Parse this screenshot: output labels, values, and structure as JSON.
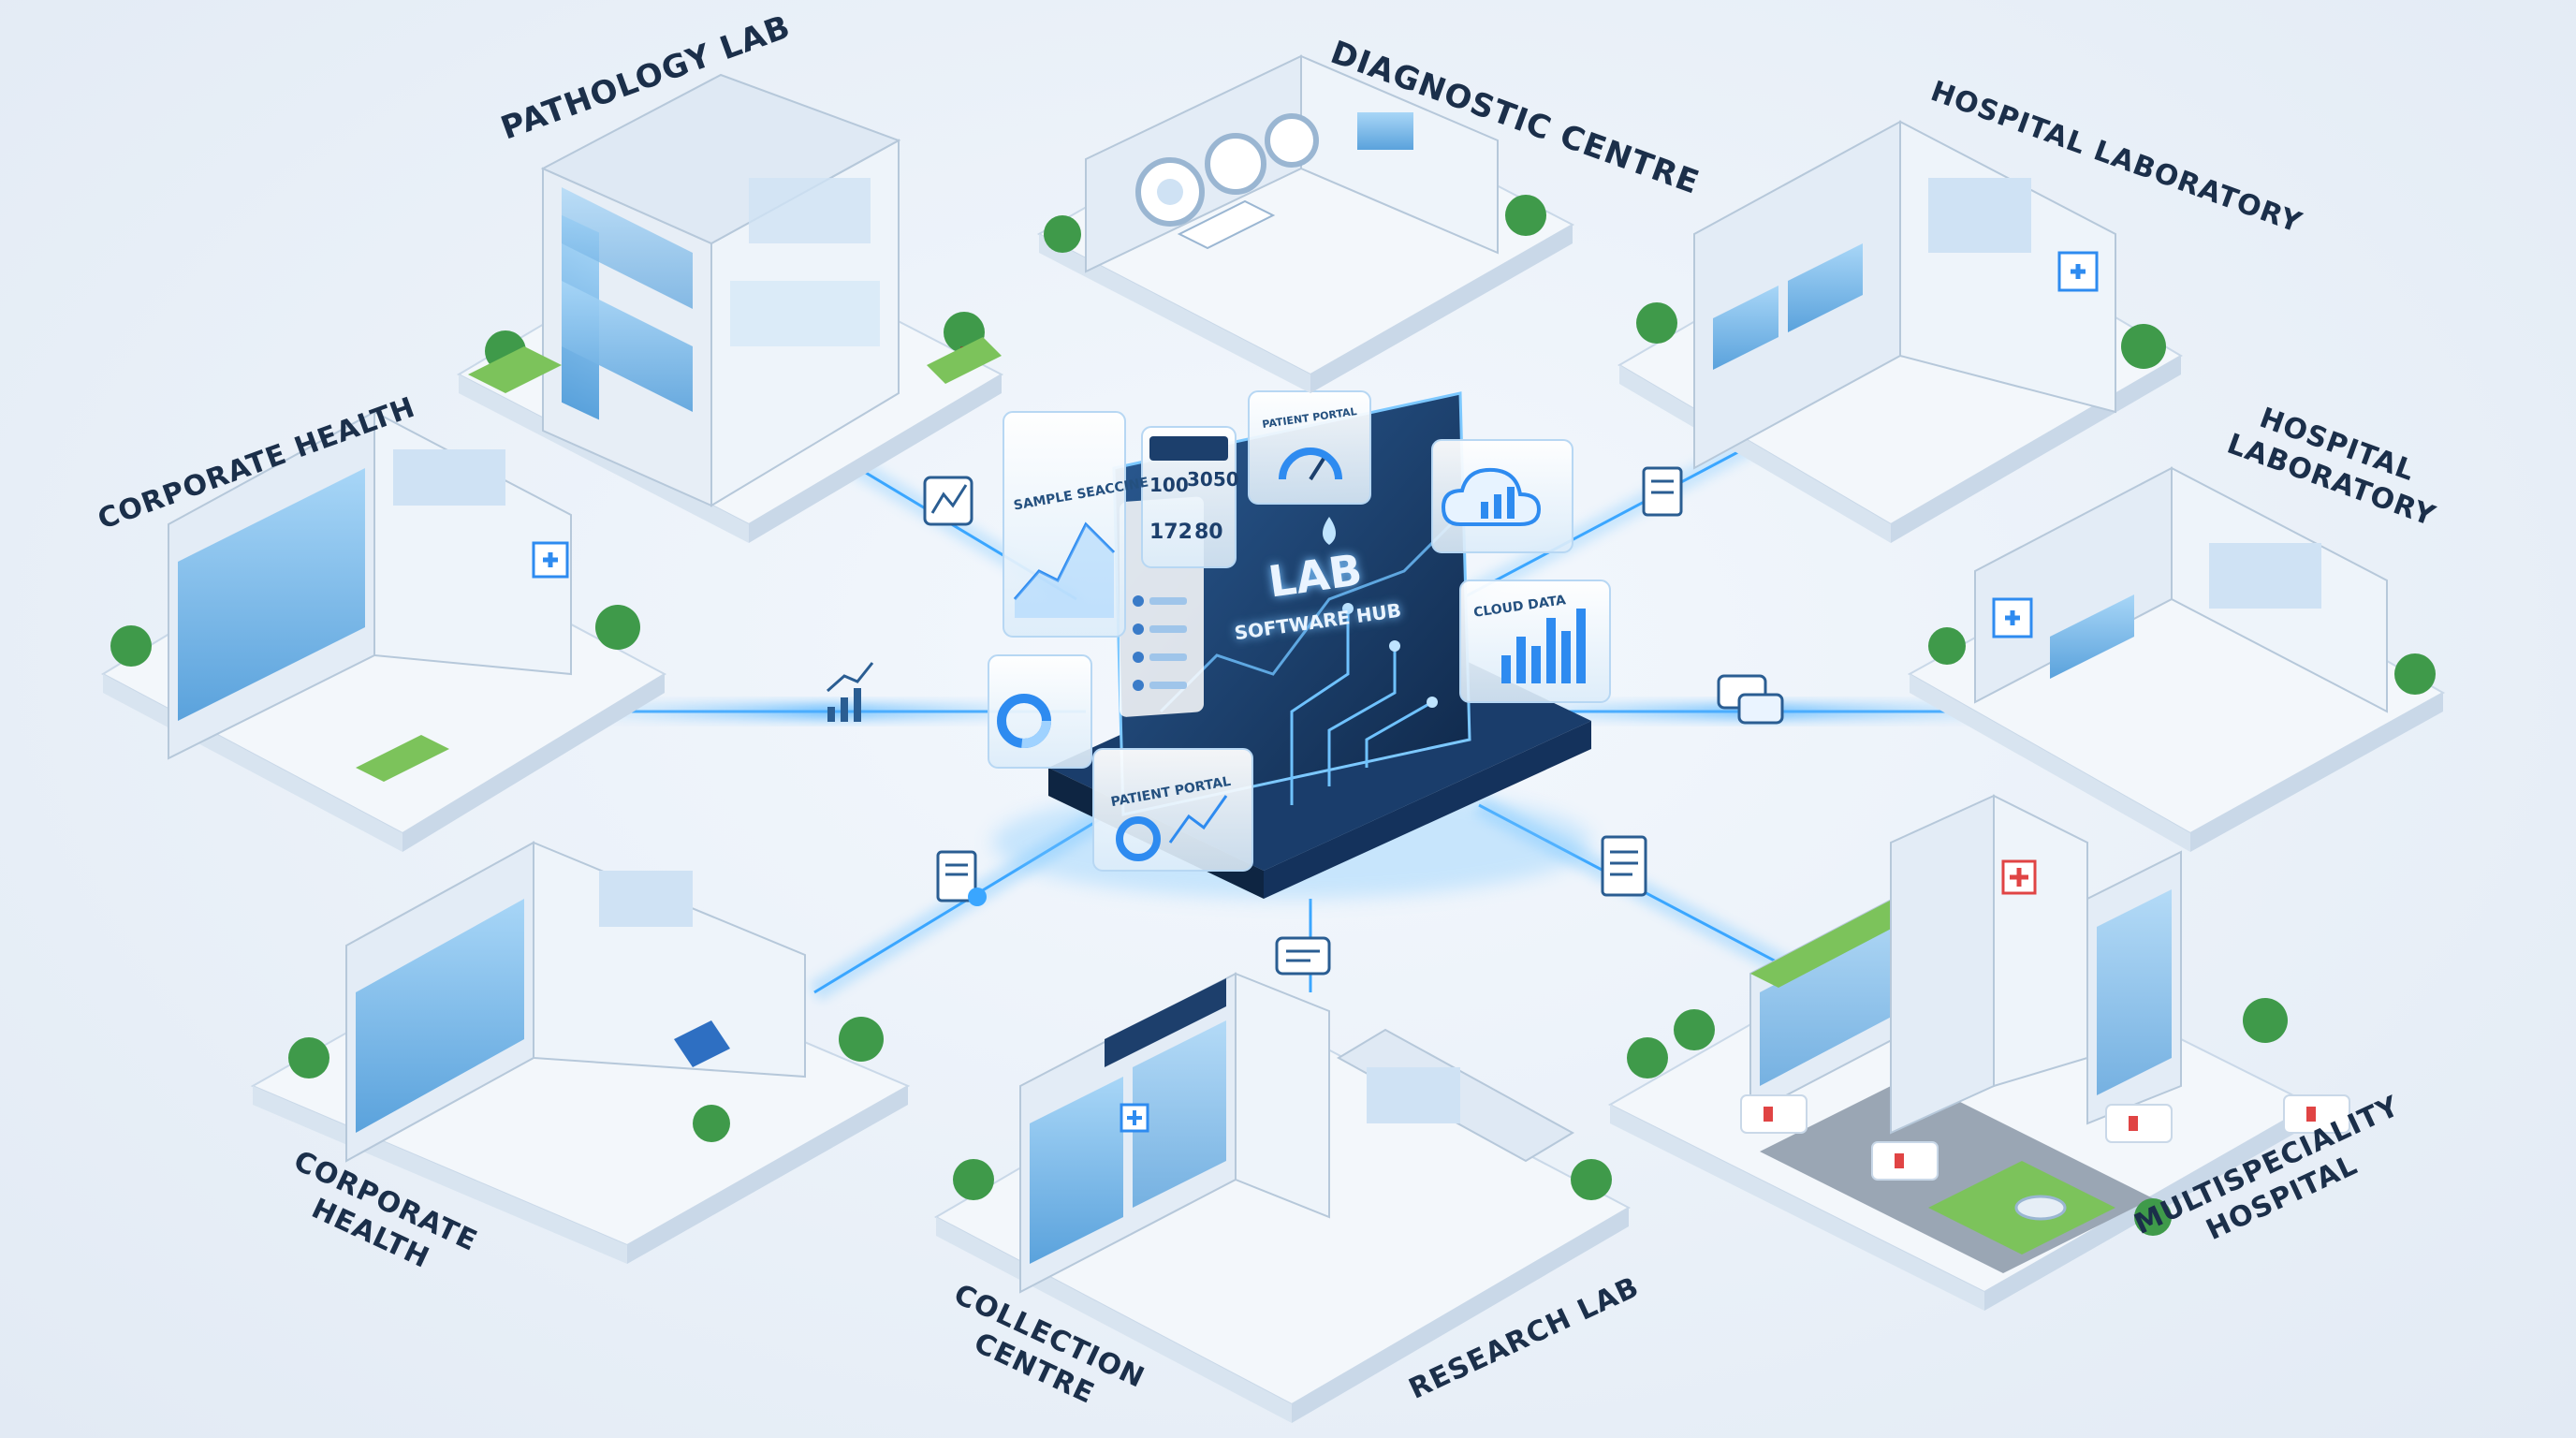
{
  "hub": {
    "title": "LAB",
    "subtitle": "SOFTWARE HUB",
    "panels": {
      "sample_sequencing": "SAMPLE SEACCINE",
      "patient_portal_top": "PATIENT PORTAL",
      "patient_portal_bottom": "PATIENT PORTAL",
      "cloud_data": "CLOUD DATA",
      "counter_a": "100",
      "counter_b": "3050",
      "counter_c": "172",
      "counter_d": "80"
    }
  },
  "facilities": {
    "pathology_lab": "PATHOLOGY LAB",
    "diagnostic_centre": "DIAGNOSTIC CENTRE",
    "hospital_laboratory_top": "HOSPITAL LABORATORY",
    "hospital_laboratory_right": "HOSPITAL LABORATORY",
    "corporate_health_top": "CORPORATE HEALTH",
    "corporate_health_bottom": "CORPORATE HEALTH",
    "collection_centre": "COLLECTION CENTRE",
    "research_lab": "RESEARCH LAB",
    "multispeciality_hospital": "MULTISPECIALITY HOSPITAL"
  },
  "colors": {
    "accent": "#2e8bf0",
    "glow": "#7cc8ff",
    "hub_dark": "#14325c",
    "building_glass": "#8cc4ee",
    "grass": "#7cc35b",
    "tree": "#3f9a4a"
  },
  "icons": [
    "chart-line-icon",
    "bar-growth-icon",
    "document-icon",
    "message-icon",
    "chat-icon",
    "report-icon",
    "cloud-icon",
    "gauge-icon",
    "drop-icon"
  ]
}
